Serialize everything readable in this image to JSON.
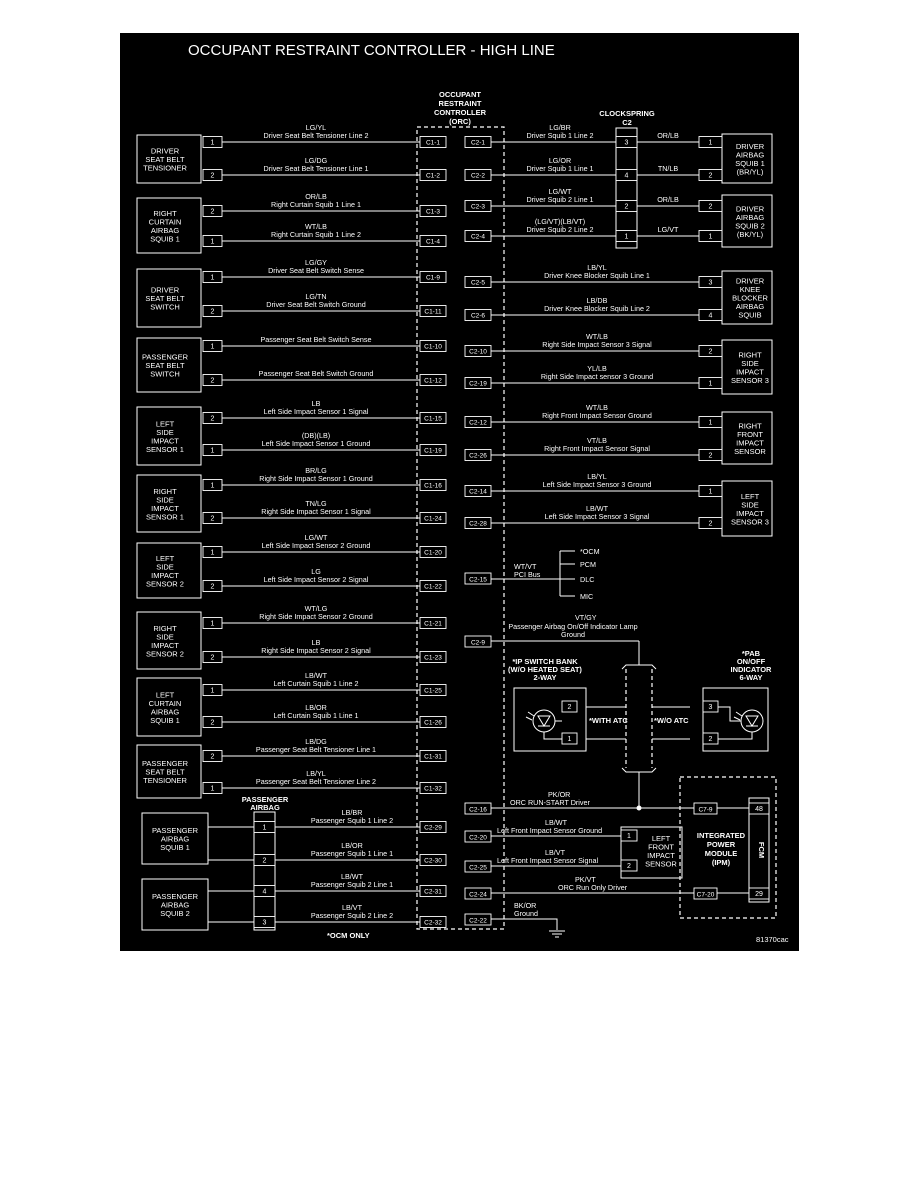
{
  "title": "OCCUPANT RESTRAINT CONTROLLER - HIGH LINE",
  "figure_ref": "81370cac",
  "footnote": "*OCM ONLY",
  "orc_label": [
    "OCCUPANT",
    "RESTRAINT",
    "CONTROLLER",
    "(ORC)"
  ],
  "clockspring_label": [
    "CLOCKSPRING",
    "C2"
  ],
  "passenger_airbag_label": [
    "PASSENGER",
    "AIRBAG"
  ],
  "left_components": [
    {
      "lines": [
        "DRIVER",
        "SEAT BELT",
        "TENSIONER"
      ]
    },
    {
      "lines": [
        "RIGHT",
        "CURTAIN",
        "AIRBAG",
        "SQUIB 1"
      ]
    },
    {
      "lines": [
        "DRIVER",
        "SEAT BELT",
        "SWITCH"
      ]
    },
    {
      "lines": [
        "PASSENGER",
        "SEAT BELT",
        "SWITCH"
      ]
    },
    {
      "lines": [
        "LEFT",
        "SIDE",
        "IMPACT",
        "SENSOR 1"
      ]
    },
    {
      "lines": [
        "RIGHT",
        "SIDE",
        "IMPACT",
        "SENSOR 1"
      ]
    },
    {
      "lines": [
        "LEFT",
        "SIDE",
        "IMPACT",
        "SENSOR 2"
      ]
    },
    {
      "lines": [
        "RIGHT",
        "SIDE",
        "IMPACT",
        "SENSOR 2"
      ]
    },
    {
      "lines": [
        "LEFT",
        "CURTAIN",
        "AIRBAG",
        "SQUIB 1"
      ]
    },
    {
      "lines": [
        "PASSENGER",
        "SEAT BELT",
        "TENSIONER"
      ]
    },
    {
      "lines": [
        "PASSENGER",
        "AIRBAG",
        "SQUIB 1"
      ]
    },
    {
      "lines": [
        "PASSENGER",
        "AIRBAG",
        "SQUIB 2"
      ]
    }
  ],
  "left_wires": [
    {
      "pin": "1",
      "color": "LG/YL",
      "desc": "Driver Seat Belt Tensioner Line 2",
      "conn": "C1-1"
    },
    {
      "pin": "2",
      "color": "LG/DG",
      "desc": "Driver Seat Belt Tensioner Line 1",
      "conn": "C1-2"
    },
    {
      "pin": "2",
      "color": "OR/LB",
      "desc": "Right Curtain Squib 1 Line 1",
      "conn": "C1-3"
    },
    {
      "pin": "1",
      "color": "WT/LB",
      "desc": "Right Curtain Squib 1 Line 2",
      "conn": "C1-4"
    },
    {
      "pin": "1",
      "color": "LG/GY",
      "desc": "Driver Seat Belt Switch Sense",
      "conn": "C1-9"
    },
    {
      "pin": "2",
      "color": "LG/TN",
      "desc": "Driver Seat Belt Switch Ground",
      "conn": "C1-11"
    },
    {
      "pin": "1",
      "color": "",
      "desc": "Passenger Seat Belt Switch Sense",
      "conn": "C1-10"
    },
    {
      "pin": "2",
      "color": "",
      "desc": "Passenger Seat Belt Switch Ground",
      "conn": "C1-12"
    },
    {
      "pin": "2",
      "color": "LB",
      "desc": "Left Side Impact Sensor 1 Signal",
      "conn": "C1-15"
    },
    {
      "pin": "1",
      "color": "(DB)(LB)",
      "desc": "Left Side Impact Sensor 1 Ground",
      "conn": "C1-19"
    },
    {
      "pin": "1",
      "color": "BR/LG",
      "desc": "Right Side Impact Sensor 1 Ground",
      "conn": "C1-16"
    },
    {
      "pin": "2",
      "color": "TN/LG",
      "desc": "Right Side Impact Sensor 1 Signal",
      "conn": "C1-24"
    },
    {
      "pin": "1",
      "color": "LG/WT",
      "desc": "Left Side Impact Sensor 2 Ground",
      "conn": "C1-20"
    },
    {
      "pin": "2",
      "color": "LG",
      "desc": "Left Side Impact Sensor 2 Signal",
      "conn": "C1-22"
    },
    {
      "pin": "1",
      "color": "WT/LG",
      "desc": "Right Side Impact Sensor 2 Ground",
      "conn": "C1-21"
    },
    {
      "pin": "2",
      "color": "LB",
      "desc": "Right Side Impact Sensor 2 Signal",
      "conn": "C1-23"
    },
    {
      "pin": "1",
      "color": "LB/WT",
      "desc": "Left Curtain Squib 1 Line 2",
      "conn": "C1-25"
    },
    {
      "pin": "2",
      "color": "LB/OR",
      "desc": "Left Curtain Squib 1 Line 1",
      "conn": "C1-26"
    },
    {
      "pin": "2",
      "color": "LB/DG",
      "desc": "Passenger Seat Belt Tensioner Line 1",
      "conn": "C1-31"
    },
    {
      "pin": "1",
      "color": "LB/YL",
      "desc": "Passenger Seat Belt Tensioner Line 2",
      "conn": "C1-32"
    },
    {
      "pin": "1",
      "color": "LB/BR",
      "desc": "Passenger Squib 1 Line 2",
      "conn": "C2-29"
    },
    {
      "pin": "2",
      "color": "LB/OR",
      "desc": "Passenger Squib 1 Line 1",
      "conn": "C2-30"
    },
    {
      "pin": "4",
      "color": "LB/WT",
      "desc": "Passenger Squib 2 Line 1",
      "conn": "C2-31"
    },
    {
      "pin": "3",
      "color": "LB/VT",
      "desc": "Passenger Squib 2 Line 2",
      "conn": "C2-32"
    }
  ],
  "right_components": [
    {
      "lines": [
        "DRIVER",
        "AIRBAG",
        "SQUIB 1",
        "(BR/YL)"
      ]
    },
    {
      "lines": [
        "DRIVER",
        "AIRBAG",
        "SQUIB 2",
        "(BK/YL)"
      ]
    },
    {
      "lines": [
        "DRIVER",
        "KNEE",
        "BLOCKER",
        "AIRBAG",
        "SQUIB"
      ]
    },
    {
      "lines": [
        "RIGHT",
        "SIDE",
        "IMPACT",
        "SENSOR 3"
      ]
    },
    {
      "lines": [
        "RIGHT",
        "FRONT",
        "IMPACT",
        "SENSOR"
      ]
    },
    {
      "lines": [
        "LEFT",
        "SIDE",
        "IMPACT",
        "SENSOR 3"
      ]
    }
  ],
  "clockspring_wires": [
    {
      "conn": "C2-1",
      "color": "LG/BR",
      "desc": "Driver Squib 1 Line 2",
      "cs_pin": "3",
      "out_color": "OR/LB",
      "pin": "1"
    },
    {
      "conn": "C2-2",
      "color": "LG/OR",
      "desc": "Driver Squib 1 Line 1",
      "cs_pin": "4",
      "out_color": "TN/LB",
      "pin": "2"
    },
    {
      "conn": "C2-3",
      "color": "LG/WT",
      "desc": "Driver Squib 2 Line 1",
      "cs_pin": "2",
      "out_color": "OR/LB",
      "pin": "2"
    },
    {
      "conn": "C2-4",
      "color": "(LG/VT)(LB/VT)",
      "desc": "Driver Squib 2 Line 2",
      "cs_pin": "1",
      "out_color": "LG/VT",
      "pin": "1"
    }
  ],
  "right_wires": [
    {
      "conn": "C2-5",
      "color": "LB/YL",
      "desc": "Driver Knee Blocker Squib Line 1",
      "pin": "3"
    },
    {
      "conn": "C2-6",
      "color": "LB/DB",
      "desc": "Driver Knee Blocker Squib Line 2",
      "pin": "4"
    },
    {
      "conn": "C2-10",
      "color": "WT/LB",
      "desc": "Right Side Impact Sensor 3 Signal",
      "pin": "2"
    },
    {
      "conn": "C2-19",
      "color": "YL/LB",
      "desc": "Right Side Impact sensor 3 Ground",
      "pin": "1"
    },
    {
      "conn": "C2-12",
      "color": "WT/LB",
      "desc": "Right Front Impact Sensor Ground",
      "pin": "1"
    },
    {
      "conn": "C2-26",
      "color": "VT/LB",
      "desc": "Right Front Impact Sensor Signal",
      "pin": "2"
    },
    {
      "conn": "C2-14",
      "color": "LB/YL",
      "desc": "Left Side Impact Sensor 3 Ground",
      "pin": "1"
    },
    {
      "conn": "C2-28",
      "color": "LB/WT",
      "desc": "Left Side Impact Sensor 3 Signal",
      "pin": "2"
    }
  ],
  "pci": {
    "conn": "C2-15",
    "color": "WT/VT",
    "label": "PCI Bus",
    "targets": [
      "*OCM",
      "PCM",
      "DLC",
      "MIC"
    ]
  },
  "lamp": {
    "conn": "C2-9",
    "color": "VT/GY",
    "desc": [
      "Passenger Airbag On/Off Indicator Lamp",
      "Ground"
    ]
  },
  "switch_bank": {
    "title": [
      "*IP SWITCH BANK",
      "(W/O HEATED SEAT)",
      "2-WAY"
    ],
    "pins": [
      "2",
      "1"
    ],
    "with_atc": "*WITH ATC"
  },
  "pab_indicator": {
    "title": [
      "*PAB",
      "ON/OFF",
      "INDICATOR",
      "6-WAY"
    ],
    "pins": [
      "3",
      "2"
    ],
    "wo_atc": "*W/O ATC"
  },
  "run_start": {
    "conn": "C2-16",
    "color": "PK/OR",
    "desc": "ORC RUN-START Driver"
  },
  "left_front": {
    "lines": [
      "LEFT",
      "FRONT",
      "IMPACT",
      "SENSOR"
    ],
    "wires": [
      {
        "conn": "C2-20",
        "color": "LB/WT",
        "desc": "Left Front Impact Sensor Ground",
        "pin": "1"
      },
      {
        "conn": "C2-25",
        "color": "LB/VT",
        "desc": "Left Front Impact Sensor Signal",
        "pin": "2"
      }
    ]
  },
  "run_only": {
    "conn": "C2-24",
    "color": "PK/VT",
    "desc": "ORC Run Only Driver"
  },
  "ground": {
    "conn": "C2-22",
    "color": "BK/OR",
    "desc": "Ground"
  },
  "ipm": {
    "lines": [
      "INTEGRATED",
      "POWER",
      "MODULE",
      "(IPM)"
    ],
    "pins": [
      "C7-9",
      "C7-20"
    ],
    "fcm": "FCM",
    "fcm_pins": [
      "48",
      "29"
    ]
  }
}
